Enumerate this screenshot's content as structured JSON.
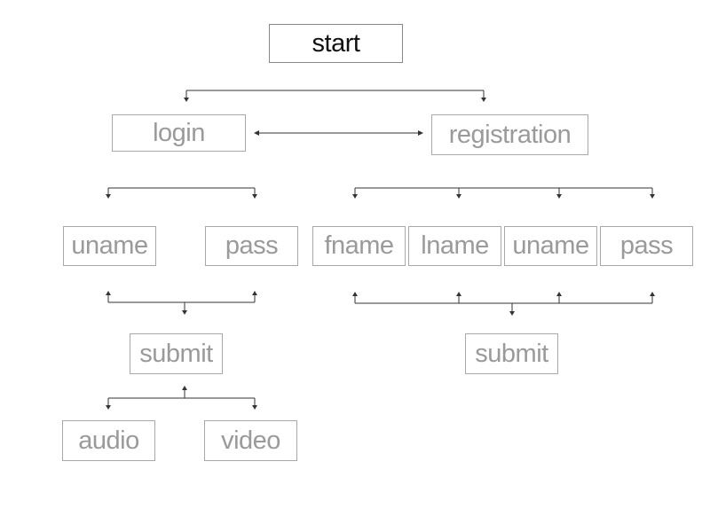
{
  "diagram": {
    "nodes": {
      "start": "start",
      "login": "login",
      "registration": "registration",
      "login_uname": "uname",
      "login_pass": "pass",
      "reg_fname": "fname",
      "reg_lname": "lname",
      "reg_uname": "uname",
      "reg_pass": "pass",
      "login_submit": "submit",
      "reg_submit": "submit",
      "audio": "audio",
      "video": "video"
    }
  }
}
